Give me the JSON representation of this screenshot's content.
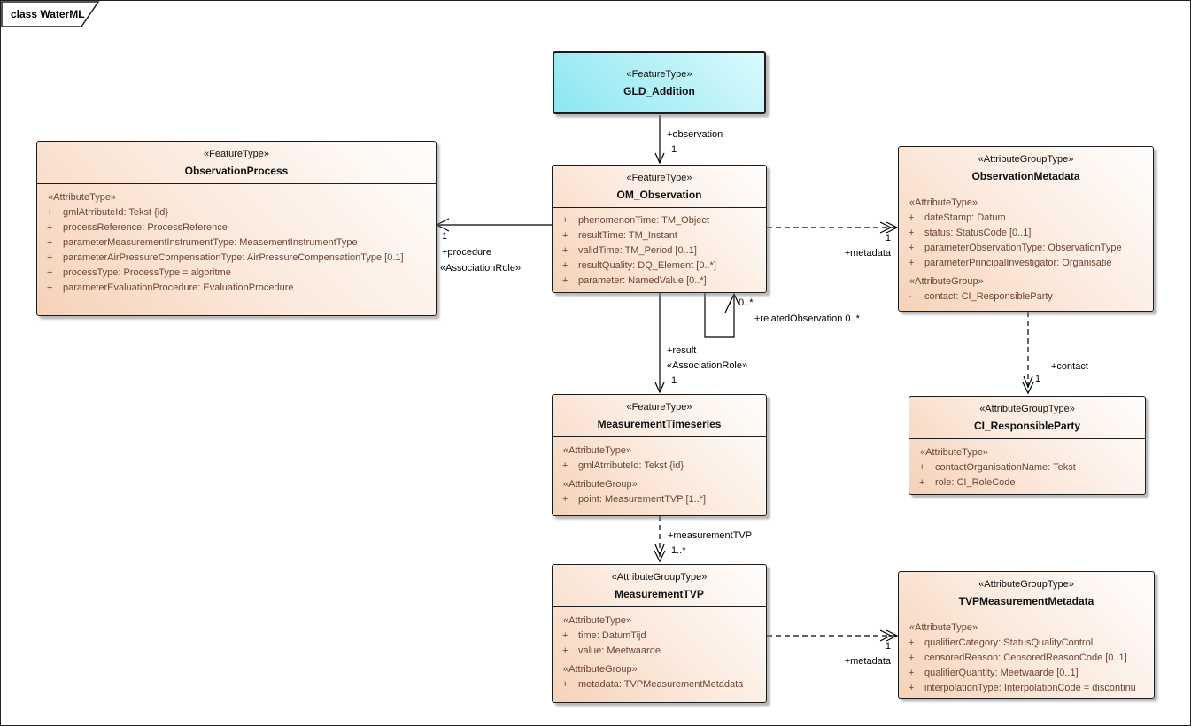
{
  "diagram": {
    "tab": "class WaterML"
  },
  "colors": {
    "box_fill": "#f5d2b8",
    "highlight_fill": "#9ae9f2",
    "attribute_text": "#6e4434",
    "line": "#000000"
  },
  "boxes": {
    "gldAddition": {
      "stereotype": "«FeatureType»",
      "name": "GLD_Addition"
    },
    "omObservation": {
      "stereotype": "«FeatureType»",
      "name": "OM_Observation",
      "rows": [
        {
          "vis": "+",
          "text": "phenomenonTime: TM_Object"
        },
        {
          "vis": "+",
          "text": "resultTime: TM_Instant"
        },
        {
          "vis": "+",
          "text": "validTime: TM_Period [0..1]"
        },
        {
          "vis": "+",
          "text": "resultQuality: DQ_Element [0..*]"
        },
        {
          "vis": "+",
          "text": "parameter: NamedValue [0..*]"
        }
      ]
    },
    "observationProcess": {
      "stereotype": "«FeatureType»",
      "name": "ObservationProcess",
      "groups": [
        {
          "label": "«AttributeType»",
          "rows": [
            {
              "vis": "+",
              "text": "gmlAtrributeId: Tekst {id}"
            },
            {
              "vis": "+",
              "text": "processReference: ProcessReference"
            },
            {
              "vis": "+",
              "text": "parameterMeasurementInstrumentType: MeasementInstrumentType"
            },
            {
              "vis": "+",
              "text": "parameterAirPressureCompensationType: AirPressureCompensationType [0.1]"
            },
            {
              "vis": "+",
              "text": "processType: ProcessType = algoritme"
            },
            {
              "vis": "+",
              "text": "parameterEvaluationProcedure: EvaluationProcedure"
            }
          ]
        }
      ]
    },
    "observationMetadata": {
      "stereotype": "«AttributeGroupType»",
      "name": "ObservationMetadata",
      "groups": [
        {
          "label": "«AttributeType»",
          "rows": [
            {
              "vis": "+",
              "text": "dateStamp: Datum"
            },
            {
              "vis": "+",
              "text": "status: StatusCode [0..1]"
            },
            {
              "vis": "+",
              "text": "parameterObservationType: ObservationType"
            },
            {
              "vis": "+",
              "text": "parameterPrincipalInvestigator: Organisatie"
            }
          ]
        },
        {
          "label": "«AttributeGroup»",
          "rows": [
            {
              "vis": "-",
              "text": "contact: CI_ResponsibleParty"
            }
          ]
        }
      ]
    },
    "measurementTimeseries": {
      "stereotype": "«FeatureType»",
      "name": "MeasurementTimeseries",
      "groups": [
        {
          "label": "«AttributeType»",
          "rows": [
            {
              "vis": "+",
              "text": "gmlAtrributeId: Tekst {id}"
            }
          ]
        },
        {
          "label": "«AttributeGroup»",
          "rows": [
            {
              "vis": "+",
              "text": "point: MeasurementTVP [1..*]"
            }
          ]
        }
      ]
    },
    "ciResponsibleParty": {
      "stereotype": "«AttributeGroupType»",
      "name": "CI_ResponsibleParty",
      "groups": [
        {
          "label": "«AttributeType»",
          "rows": [
            {
              "vis": "+",
              "text": "contactOrganisationName: Tekst"
            },
            {
              "vis": "+",
              "text": "role: CI_RoleCode"
            }
          ]
        }
      ]
    },
    "measurementTVP": {
      "stereotype": "«AttributeGroupType»",
      "name": "MeasurementTVP",
      "groups": [
        {
          "label": "«AttributeType»",
          "rows": [
            {
              "vis": "+",
              "text": "time: DatumTijd"
            },
            {
              "vis": "+",
              "text": "value: Meetwaarde"
            }
          ]
        },
        {
          "label": "«AttributeGroup»",
          "rows": [
            {
              "vis": "+",
              "text": "metadata: TVPMeasurementMetadata"
            }
          ]
        }
      ]
    },
    "tvpMeasurementMetadata": {
      "stereotype": "«AttributeGroupType»",
      "name": "TVPMeasurementMetadata",
      "groups": [
        {
          "label": "«AttributeType»",
          "rows": [
            {
              "vis": "+",
              "text": "qualifierCategory: StatusQualityControl"
            },
            {
              "vis": "+",
              "text": "censoredReason: CensoredReasonCode [0..1]"
            },
            {
              "vis": "+",
              "text": "qualifierQuantity: Meetwaarde [0..1]"
            },
            {
              "vis": "+",
              "text": "interpolationType: InterpolationCode = discontinu"
            }
          ]
        }
      ]
    }
  },
  "connectors": {
    "observation": {
      "role": "+observation",
      "mult": "1"
    },
    "procedure": {
      "mult": "1",
      "role": "+procedure",
      "stereotype": "«AssociationRole»"
    },
    "metadataObservation": {
      "mult": "1",
      "role": "+metadata"
    },
    "relatedObservation": {
      "mult": "0..*",
      "label": "+relatedObservation 0..*"
    },
    "result": {
      "role": "+result",
      "stereotype": "«AssociationRole»",
      "mult": "1"
    },
    "contact": {
      "role": "+contact",
      "mult": "1"
    },
    "measurementTVP": {
      "role": "+measurementTVP",
      "mult": "1..*"
    },
    "metadataTVP": {
      "mult": "1",
      "role": "+metadata"
    }
  }
}
